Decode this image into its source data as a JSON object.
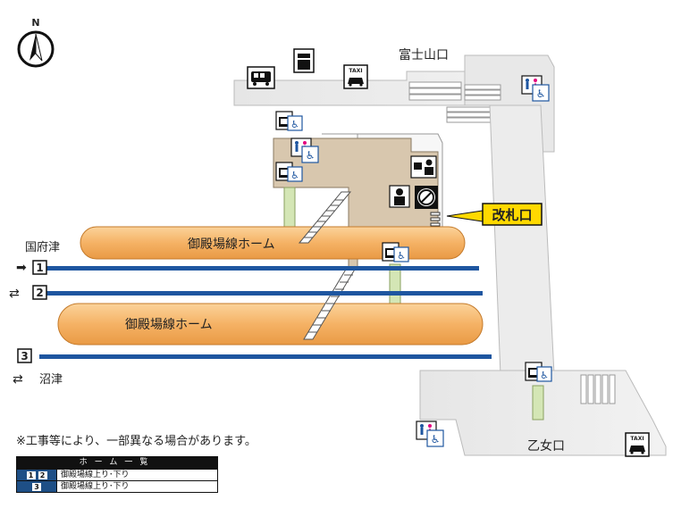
{
  "compass": {
    "label": "N"
  },
  "exits": {
    "north": "富士山口",
    "south": "乙女口"
  },
  "platform_labels": {
    "top": "御殿場線ホーム",
    "bottom": "御殿場線ホーム"
  },
  "tracks": {
    "t1": "1",
    "t2": "2",
    "t3": "3"
  },
  "directions": {
    "kofu": "国府津",
    "numazu": "沼津"
  },
  "ticket_gate": "改札口",
  "taxi_label": "TAXI",
  "note": "※工事等により、一部異なる場合があります。",
  "legend": {
    "header": "ホーム一覧",
    "rows": [
      {
        "numbers": [
          "1",
          "2"
        ],
        "desc": "御殿場線上り･下り"
      },
      {
        "numbers": [
          "3"
        ],
        "desc": "御殿場線上り･下り"
      }
    ]
  },
  "icons": [
    "compass-icon",
    "bus-icon",
    "ticket-machine-icon",
    "taxi-icon",
    "toilet-icon",
    "wheelchair-icon",
    "elevator-icon",
    "ticket-office-icon",
    "station-staff-icon",
    "no-smoking-icon"
  ],
  "colors": {
    "track": "#1e56a0",
    "platform": "#f7b86a",
    "concourse": "#d9c8b0",
    "gate_label": "#ffd900"
  }
}
